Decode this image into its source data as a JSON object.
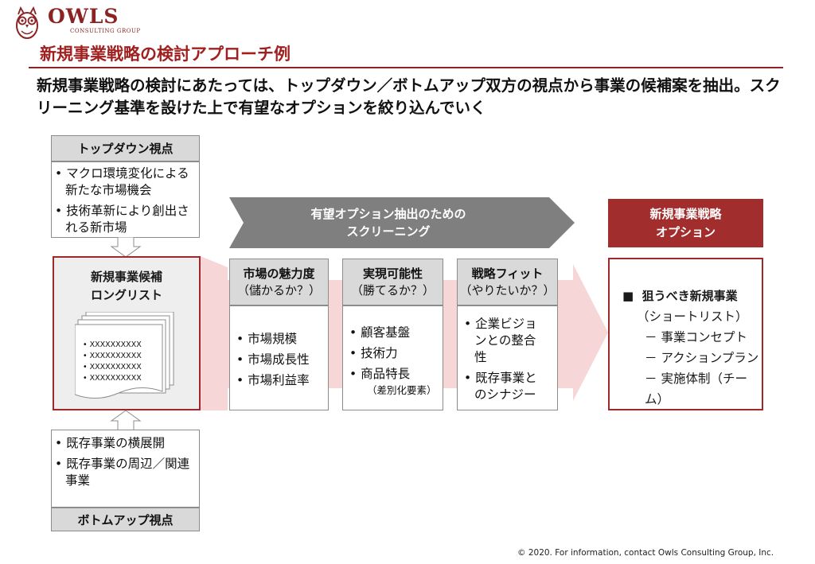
{
  "header": {
    "brand": "OWLS",
    "brand_sub": "CONSULTING GROUP",
    "title": "新規事業戦略の検討アプローチ例"
  },
  "lead": "新規事業戦略の検討にあたっては、トップダウン／ボトムアップ双方の視点から事業の候補案を抽出。スクリーニング基準を設けた上で有望なオプションを絞り込んでいく",
  "top_down": {
    "header": "トップダウン視点",
    "items": [
      "マクロ環境変化による新たな市場機会",
      "技術革新により創出される新市場"
    ]
  },
  "longlist": {
    "title_line1": "新規事業候補",
    "title_line2": "ロングリスト",
    "doc_items": [
      "XXXXXXXXXX",
      "XXXXXXXXXX",
      "XXXXXXXXXX",
      "XXXXXXXXXX"
    ]
  },
  "bottom_up": {
    "header": "ボトムアップ視点",
    "items": [
      "既存事業の横展開",
      "既存事業の周辺／関連事業"
    ]
  },
  "screening": {
    "label_line1": "有望オプション抽出のための",
    "label_line2": "スクリーニング",
    "criteria": [
      {
        "title": "市場の魅力度",
        "question": "（儲かるか？）",
        "items": [
          "市場規模",
          "市場成長性",
          "市場利益率"
        ]
      },
      {
        "title": "実現可能性",
        "question": "（勝てるか？）",
        "items": [
          "顧客基盤",
          "技術力",
          "商品特長"
        ],
        "note": "（差別化要素）"
      },
      {
        "title": "戦略フィット",
        "question": "（やりたいか？）",
        "items": [
          "企業ビジョンとの整合性",
          "既存事業とのシナジー"
        ]
      }
    ]
  },
  "options": {
    "header_line1": "新規事業戦略",
    "header_line2": "オプション",
    "main": "狙うべき新規事業",
    "main_sub": "（ショートリスト）",
    "items": [
      "事業コンセプト",
      "アクションプラン",
      "実施体制（チーム）"
    ]
  },
  "colors": {
    "brand": "#8b2323",
    "accent": "#a12d2d",
    "header_gray": "#d9d9d9",
    "arrow_gray": "#7f7f7f",
    "arrow_pink": "#f6d6d6"
  },
  "footer": {
    "copyright": "© 2020. For information, contact Owls Consulting Group, Inc."
  }
}
